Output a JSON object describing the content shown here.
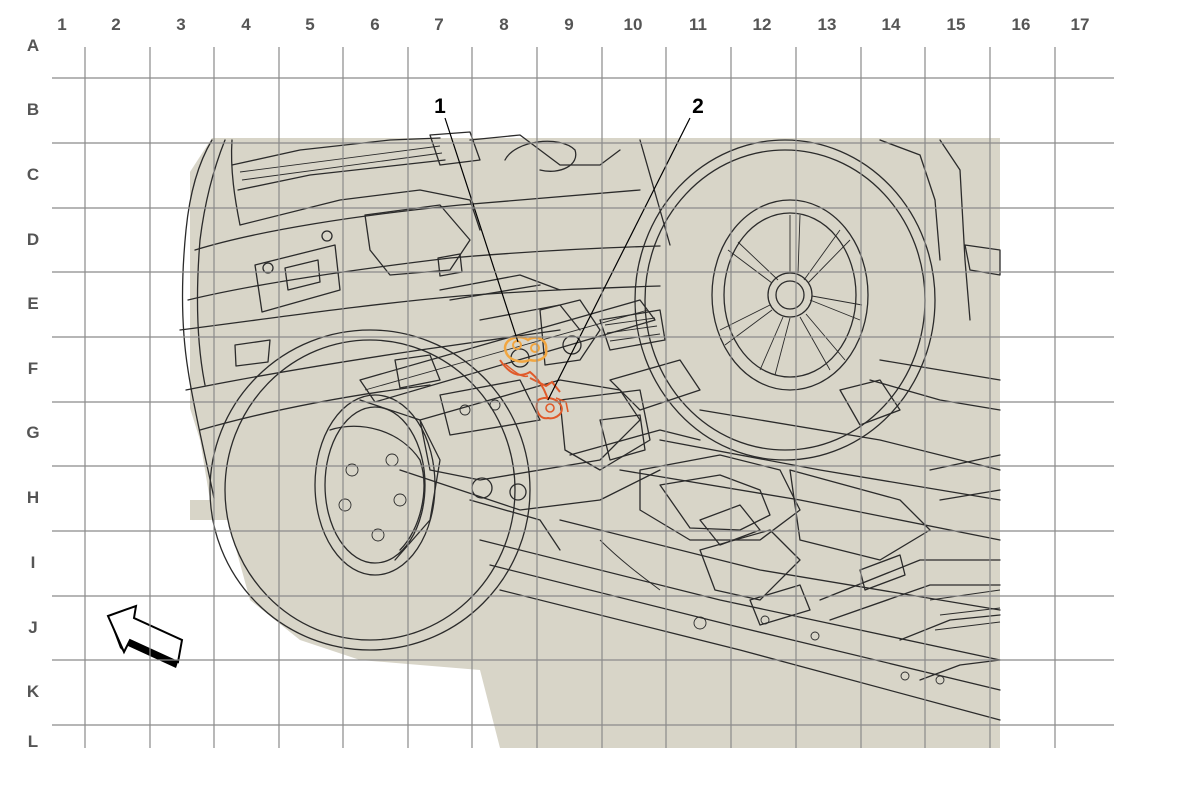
{
  "grid": {
    "columns": [
      "1",
      "2",
      "3",
      "4",
      "5",
      "6",
      "7",
      "8",
      "9",
      "10",
      "11",
      "12",
      "13",
      "14",
      "15",
      "16",
      "17"
    ],
    "rows": [
      "A",
      "B",
      "C",
      "D",
      "E",
      "F",
      "G",
      "H",
      "I",
      "J",
      "K",
      "L"
    ]
  },
  "callouts": [
    {
      "label": "1"
    },
    {
      "label": "2"
    }
  ],
  "colors": {
    "background_panel": "#d8d5c8",
    "grid": "#8a8a8a",
    "highlight_primary": "#e05a2a",
    "highlight_secondary": "#f2a640",
    "line_art": "#2b2b2b"
  },
  "icons": {
    "direction_arrow": "front-direction-arrow-icon"
  }
}
